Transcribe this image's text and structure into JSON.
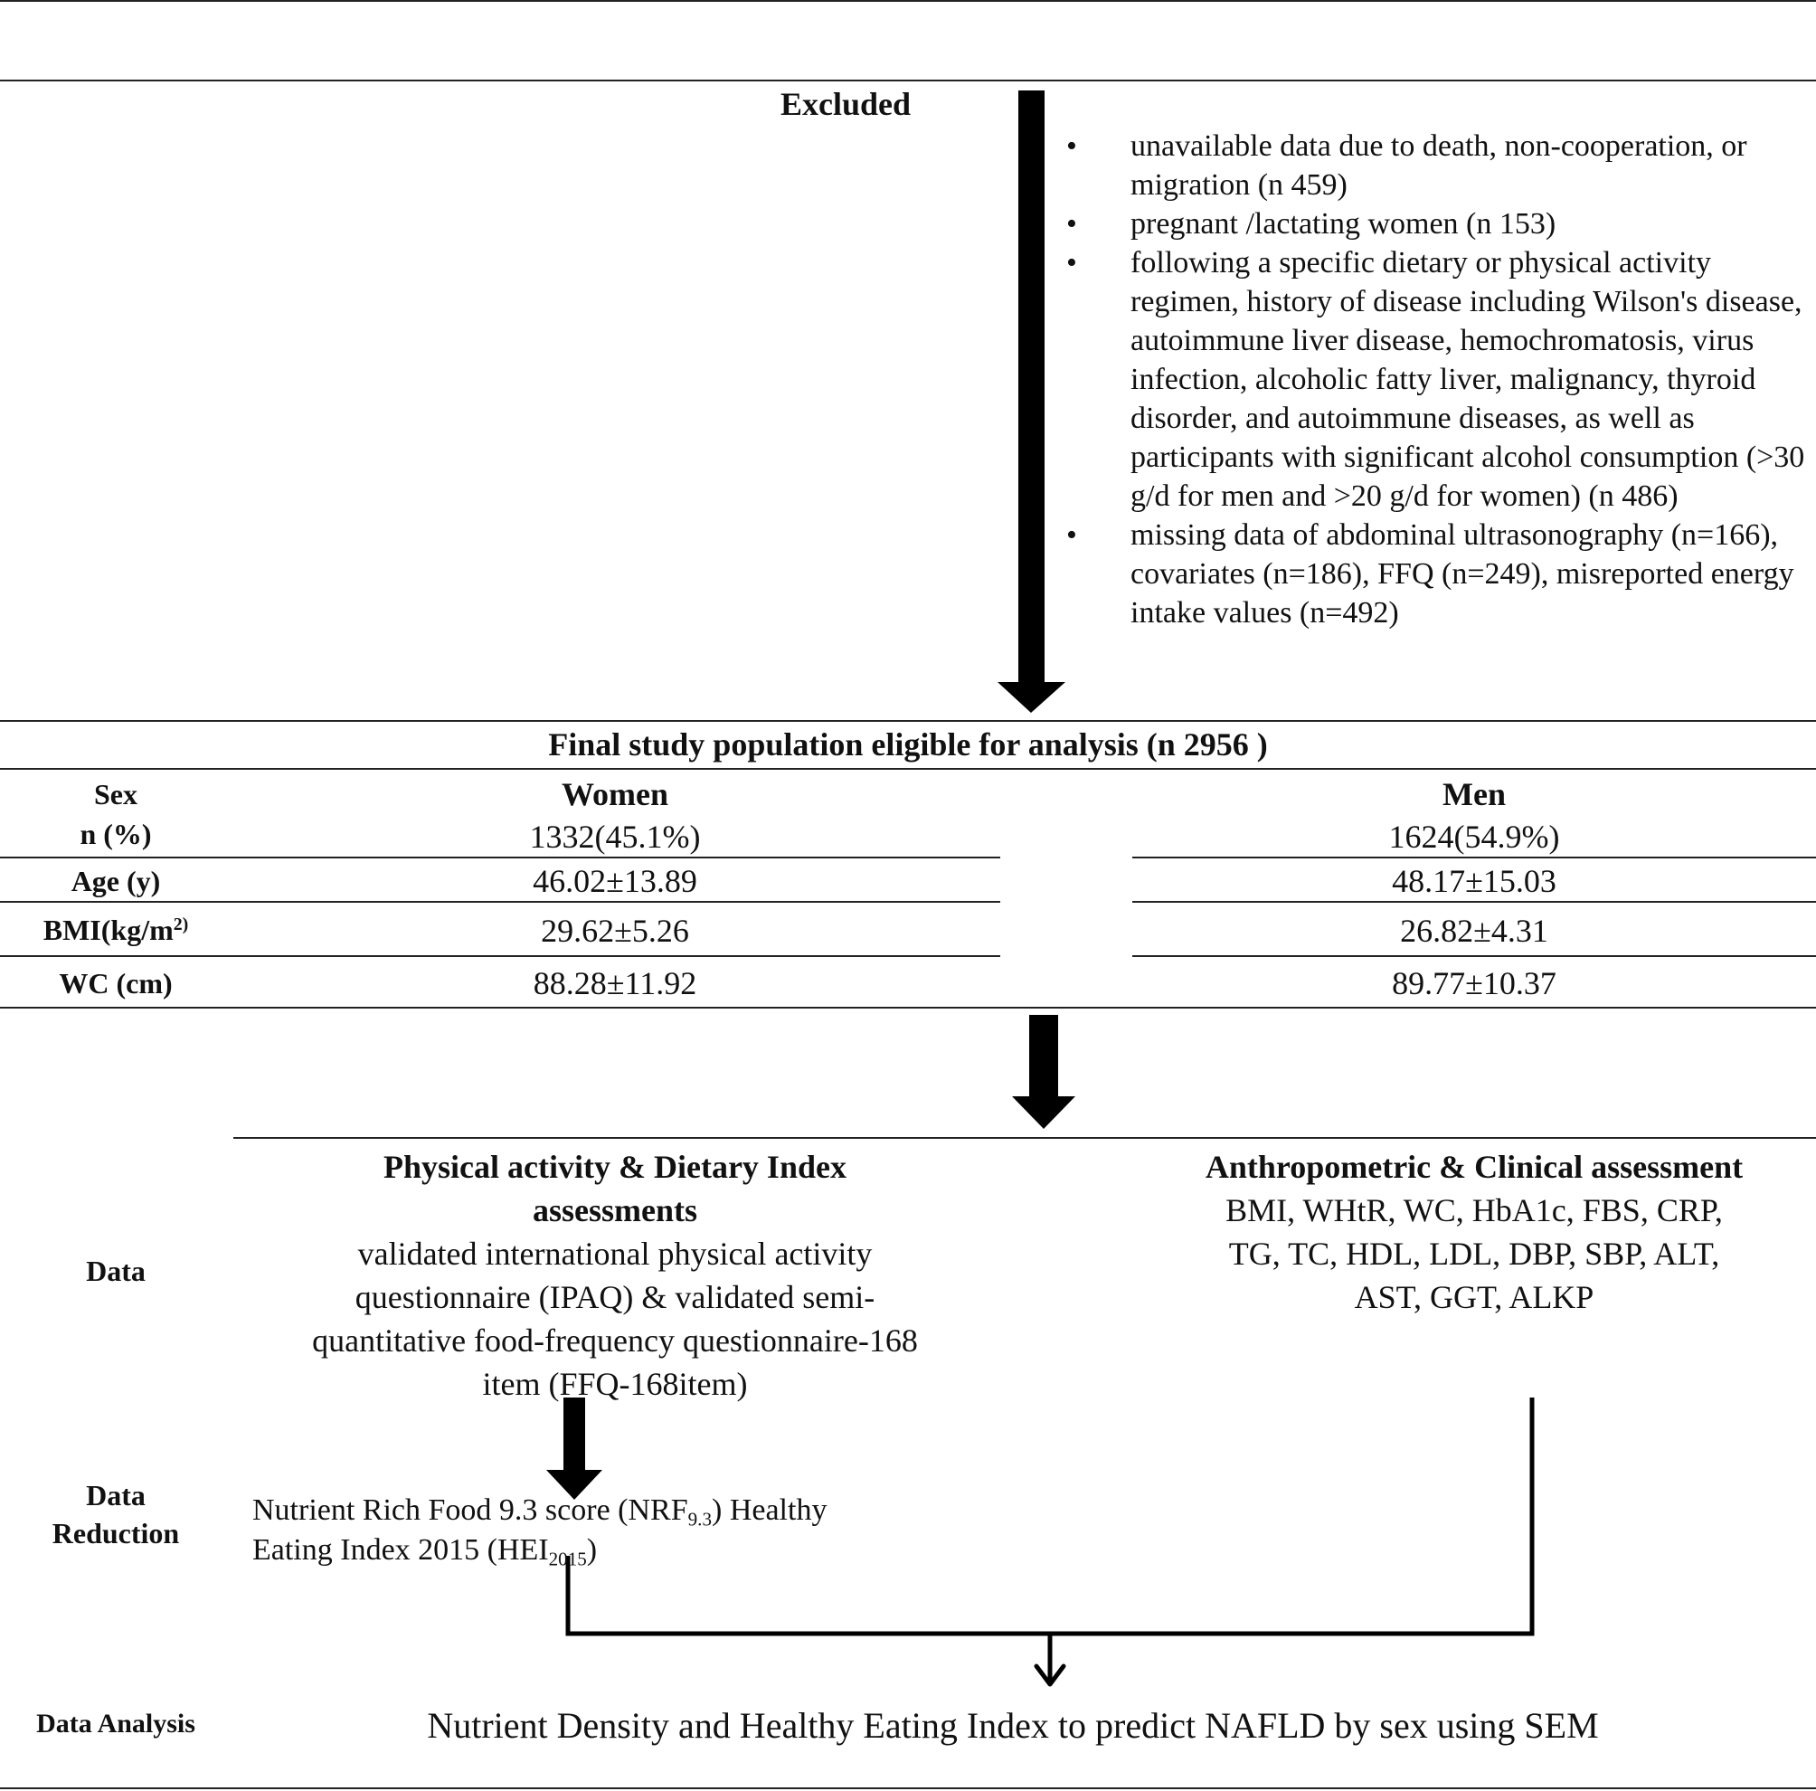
{
  "excluded": {
    "title": "Excluded",
    "bullet_char": "•",
    "items": [
      "unavailable data due to death, non-cooperation, or migration (n 459)",
      "pregnant /lactating women (n  153)",
      "following a specific dietary or physical activity regimen, history of disease including Wilson's disease, autoimmune liver disease, hemochromatosis, virus infection, alcoholic fatty liver, malignancy, thyroid disorder, and autoimmune diseases, as well as participants with significant alcohol consumption (>30 g/d for men and >20 g/d for women) (n 486)",
      "missing data of abdominal ultrasonography (n=166), covariates (n=186), FFQ (n=249), misreported energy intake values (n=492)"
    ]
  },
  "final": {
    "title": "Final study population eligible for analysis (n 2956 )",
    "table": {
      "row_labels": {
        "sex": "Sex",
        "n": "n (%)",
        "age": "Age (y)",
        "bmi_base": "BMI(kg/m",
        "bmi_sup": "2)",
        "wc": "WC (cm)"
      },
      "women": {
        "header": "Women",
        "n": "1332(45.1%)",
        "age": "46.02±13.89",
        "bmi": "29.62±5.26",
        "wc": "88.28±11.92"
      },
      "men": {
        "header": "Men",
        "n": "1624(54.9%)",
        "age": "48.17±15.03",
        "bmi": "26.82±4.31",
        "wc": "89.77±10.37"
      }
    }
  },
  "stages": {
    "data": "Data",
    "data_reduction": [
      "Data",
      "Reduction"
    ],
    "data_analysis": "Data Analysis"
  },
  "physical": {
    "title_line1": "Physical activity & Dietary Index",
    "title_line2": "assessments",
    "body": [
      "validated international physical activity",
      "questionnaire (IPAQ) & validated semi-",
      "quantitative food-frequency questionnaire-168",
      "item (FFQ-168item)"
    ]
  },
  "anthro": {
    "title": "Anthropometric & Clinical assessment",
    "body": [
      "BMI, WHtR, WC, HbA1c, FBS, CRP,",
      "TG, TC, HDL, LDL, DBP, SBP, ALT,",
      "AST, GGT, ALKP"
    ]
  },
  "reduction": {
    "line1_pre": "Nutrient Rich Food 9.3 score (NRF",
    "line1_sub": "9.3",
    "line1_post": ") Healthy",
    "line2_pre": "Eating Index 2015 (HEI",
    "line2_sub": "2015",
    "line2_post": ")"
  },
  "analysis": {
    "text": "Nutrient Density and Healthy Eating Index to predict NAFLD by sex using SEM"
  }
}
